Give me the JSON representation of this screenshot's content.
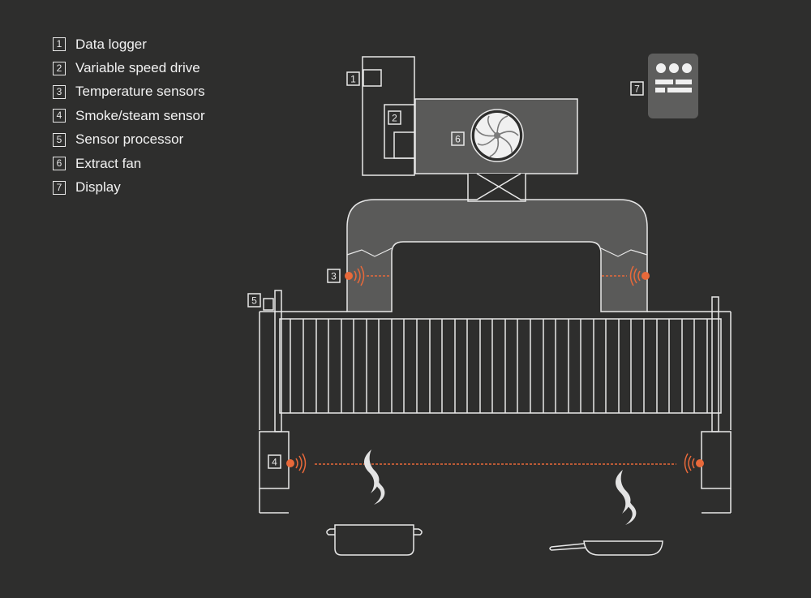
{
  "legend": [
    {
      "num": "1",
      "label": "Data logger"
    },
    {
      "num": "2",
      "label": "Variable speed drive"
    },
    {
      "num": "3",
      "label": "Temperature sensors"
    },
    {
      "num": "4",
      "label": "Smoke/steam sensor"
    },
    {
      "num": "5",
      "label": "Sensor processor"
    },
    {
      "num": "6",
      "label": "Extract fan"
    },
    {
      "num": "7",
      "label": "Display"
    }
  ],
  "colors": {
    "background": "#2e2e2d",
    "line": "#e8e8e8",
    "fill_gray": "#5a5a59",
    "display_fill": "#5e5e5d",
    "sensor_orange": "#e8693a",
    "steam": "#e3e3e3"
  }
}
